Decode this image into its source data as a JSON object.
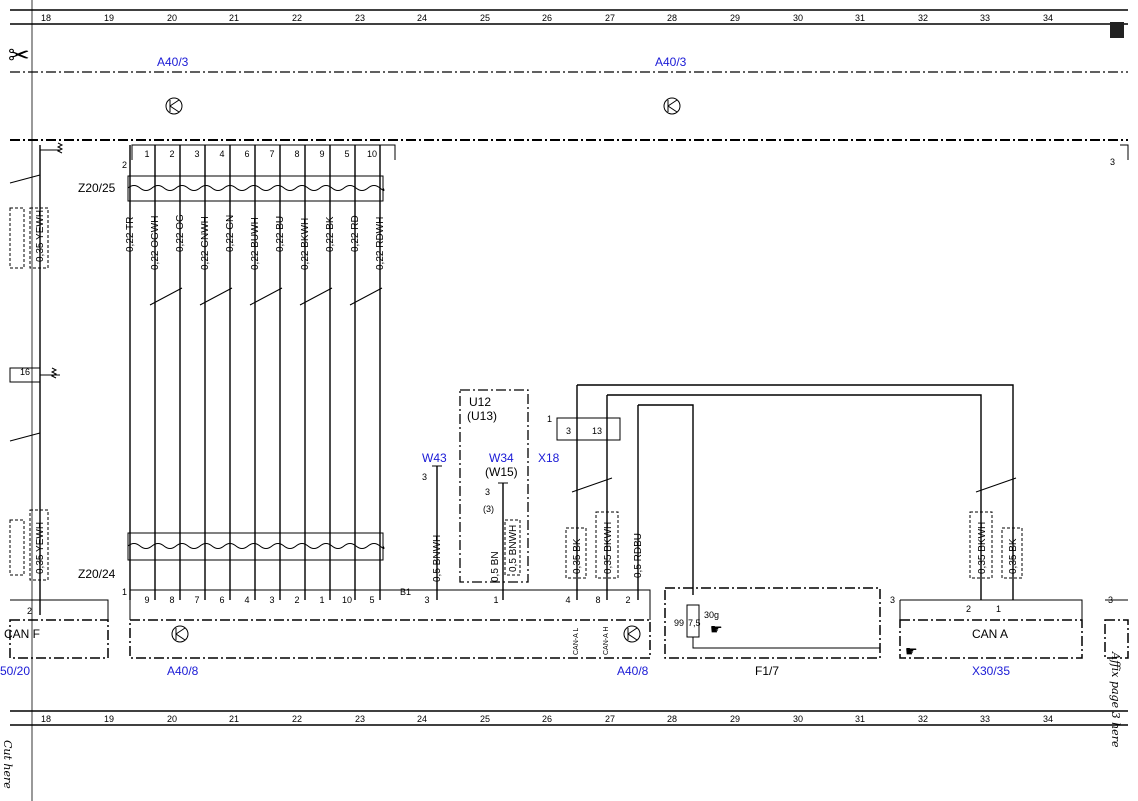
{
  "grid_numbers": [
    "18",
    "19",
    "20",
    "21",
    "22",
    "23",
    "24",
    "25",
    "26",
    "27",
    "28",
    "29",
    "30",
    "31",
    "32",
    "33",
    "34"
  ],
  "component_labels": {
    "a40_3_left": "A40/3",
    "a40_3_right": "A40/3",
    "a40_8_left": "A40/8",
    "a40_8_right": "A40/8",
    "f1_7": "F1/7",
    "x30_35": "X30/35",
    "z20_25": "Z20/25",
    "z20_24": "Z20/24",
    "w43": "W43",
    "w34": "W34",
    "w15": "(W15)",
    "x18": "X18",
    "u12": "U12",
    "u13": "(U13)",
    "left_cut_label": "50/20",
    "can_f": "CAN F",
    "can_a": "CAN A"
  },
  "top_pins": [
    "1",
    "2",
    "3",
    "4",
    "6",
    "7",
    "8",
    "9",
    "5",
    "10"
  ],
  "bottom_pins": [
    "9",
    "8",
    "7",
    "6",
    "4",
    "3",
    "2",
    "1",
    "10",
    "5"
  ],
  "bottom_right_pins": [
    "3",
    "1",
    "4",
    "8",
    "2"
  ],
  "wire_labels": [
    "0,22 TR",
    "0,22 OGWH",
    "0,22 OG",
    "0,22 GNWH",
    "0,22 GN",
    "0,22 BUWH",
    "0,22 BU",
    "0,22 BKWH",
    "0,22 BK",
    "0,22 RD",
    "0,22 RDWH"
  ],
  "mid_wires": {
    "w43": "0,5 BNWH",
    "w34_a": "0,5 BN",
    "w34_b": "0,5 BNWH",
    "x18_a": "0,35 BK",
    "x18_b": "0,35 BKWH",
    "x18_c": "0,5 RDBU",
    "x30_a": "0,35 BKWH",
    "x30_b": "0,35 BK"
  },
  "left_wire": "0,35 YEWH",
  "pin_numbers": {
    "num_1": "1",
    "num_2": "2",
    "num_3": "3",
    "num_13": "13",
    "num_16": "16",
    "paren3": "(3)",
    "b1": "B1",
    "f_99": "99",
    "f_75": "7,5",
    "f_30g": "30g",
    "can_l": "CAN-A L",
    "can_h": "CAN-A H"
  },
  "side_text": {
    "cut_here": "Cut here",
    "affix": "Affix page 3 here"
  },
  "scissors": "✂"
}
